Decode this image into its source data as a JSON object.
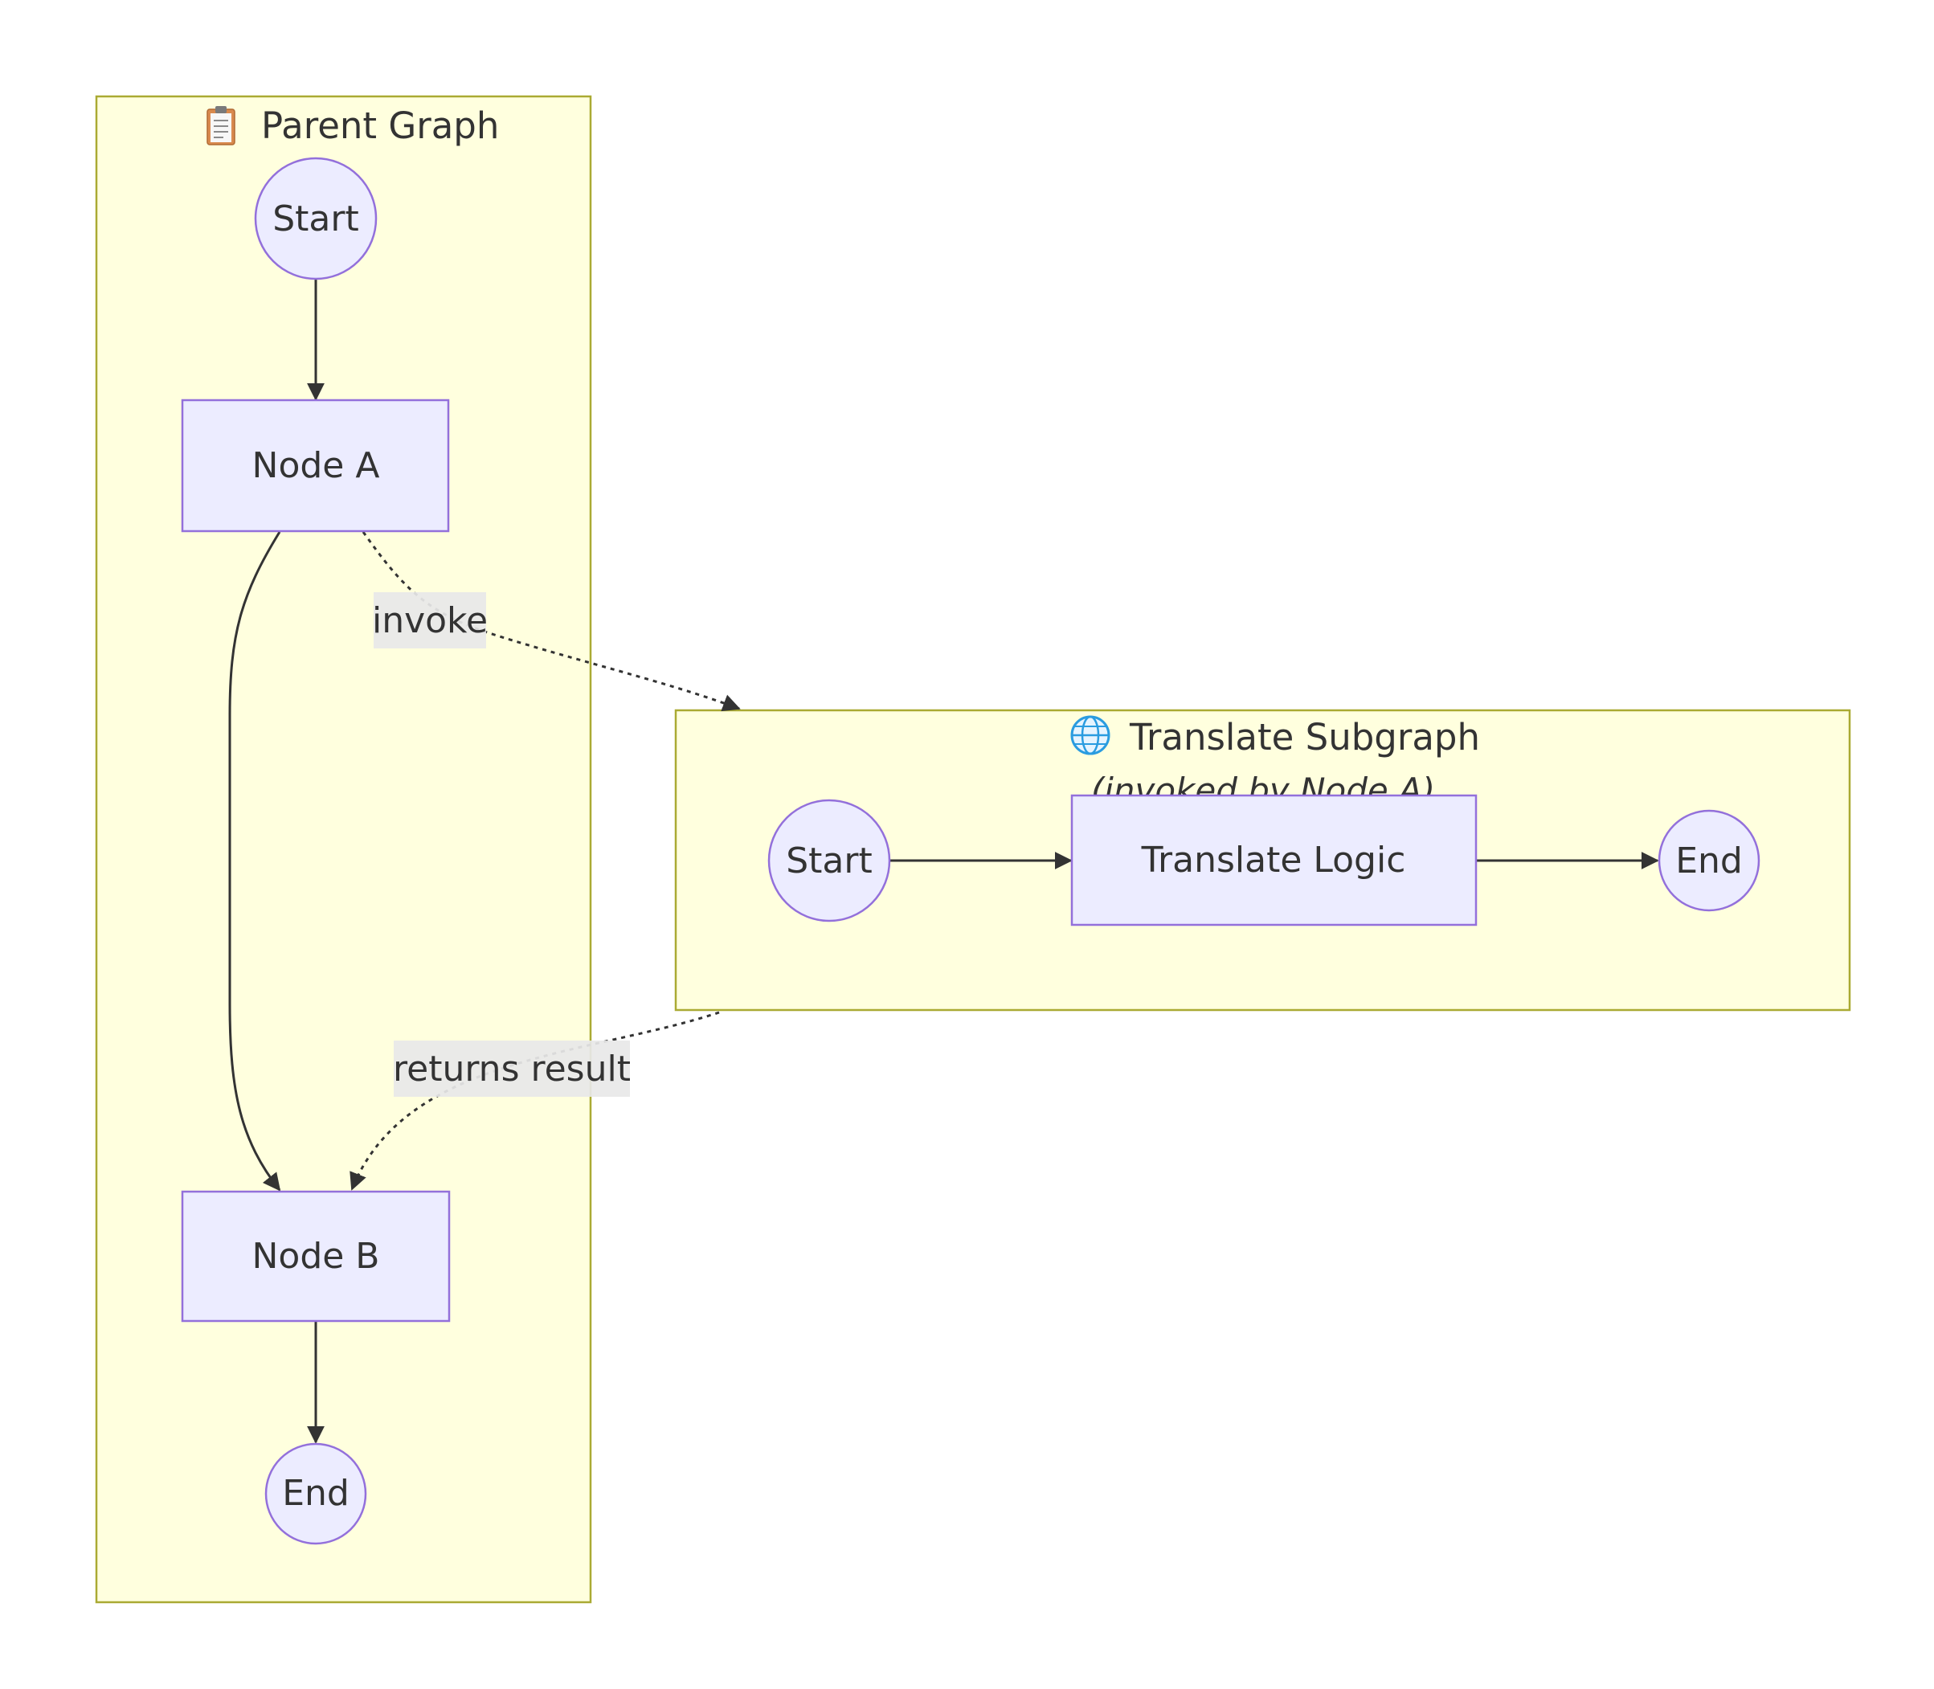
{
  "parent_graph": {
    "icon": "clipboard-icon",
    "title": "Parent Graph",
    "nodes": {
      "start": "Start",
      "node_a": "Node A",
      "node_b": "Node B",
      "end": "End"
    }
  },
  "subgraph": {
    "icon": "globe-icon",
    "title": "Translate Subgraph",
    "subtitle": "(invoked by Node A)",
    "nodes": {
      "start": "Start",
      "logic": "Translate Logic",
      "end": "End"
    }
  },
  "edges": {
    "invoke_label": "invoke",
    "returns_label": "returns result"
  },
  "colors": {
    "cluster_fill": "#ffffde",
    "cluster_border": "#aaaa33",
    "node_fill": "#ececff",
    "node_border": "#9370db",
    "edge": "#333333",
    "edge_label_bg": "#e8e8e8"
  }
}
